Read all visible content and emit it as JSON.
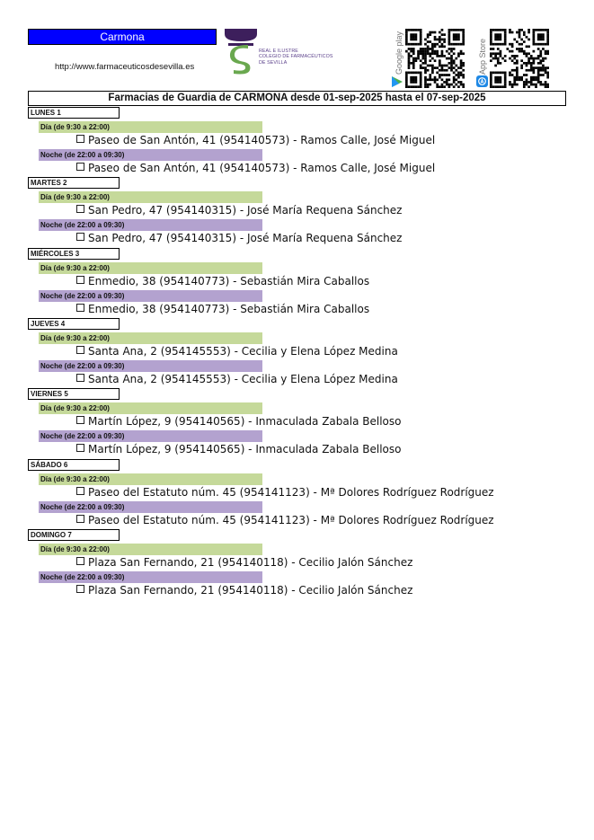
{
  "header": {
    "town": "Carmona",
    "url": "http://www.farmaceuticosdesevilla.es",
    "logo_lines": [
      "REAL E ILUSTRE",
      "COLEGIO DE FARMACÉUTICOS",
      "DE SEVILLA"
    ],
    "google_play_label": "Google play",
    "app_store_label": "App Store"
  },
  "title": "Farmacias de Guardia de CARMONA desde 01-sep-2025 hasta el 07-sep-2025",
  "shift_labels": {
    "dia": "Día (de 9:30 a 22:00)",
    "noche": "Noche (de 22:00 a 09:30)"
  },
  "days": [
    {
      "label": "LUNES 1",
      "dia": "Paseo de San Antón, 41 (954140573) - Ramos Calle, José Miguel",
      "noche": "Paseo de San Antón, 41 (954140573) - Ramos Calle, José Miguel"
    },
    {
      "label": "MARTES 2",
      "dia": "San Pedro, 47 (954140315) - José María Requena Sánchez",
      "noche": "San Pedro, 47 (954140315) - José María Requena Sánchez"
    },
    {
      "label": "MIÉRCOLES 3",
      "dia": "Enmedio, 38 (954140773) - Sebastián Mira Caballos",
      "noche": "Enmedio, 38 (954140773) - Sebastián Mira Caballos"
    },
    {
      "label": "JUEVES 4",
      "dia": "Santa Ana, 2 (954145553) - Cecilia y Elena López Medina",
      "noche": "Santa Ana, 2 (954145553) - Cecilia y Elena López Medina"
    },
    {
      "label": "VIERNES 5",
      "dia": "Martín López, 9 (954140565) - Inmaculada Zabala Belloso",
      "noche": "Martín López, 9 (954140565) - Inmaculada Zabala Belloso"
    },
    {
      "label": "SÁBADO 6",
      "dia": "Paseo del Estatuto núm. 45 (954141123) - Mª Dolores Rodríguez Rodríguez",
      "noche": "Paseo del Estatuto núm. 45 (954141123) - Mª Dolores Rodríguez Rodríguez"
    },
    {
      "label": "DOMINGO 7",
      "dia": "Plaza San Fernando, 21 (954140118) - Cecilio Jalón Sánchez",
      "noche": "Plaza San Fernando, 21 (954140118) - Cecilio Jalón Sánchez"
    }
  ],
  "colors": {
    "town_bg": "#0000ff",
    "dia_bg": "#c5d99a",
    "noche_bg": "#b3a2cf",
    "logo_purple": "#3d1f5c",
    "logo_green": "#6aa84f"
  }
}
